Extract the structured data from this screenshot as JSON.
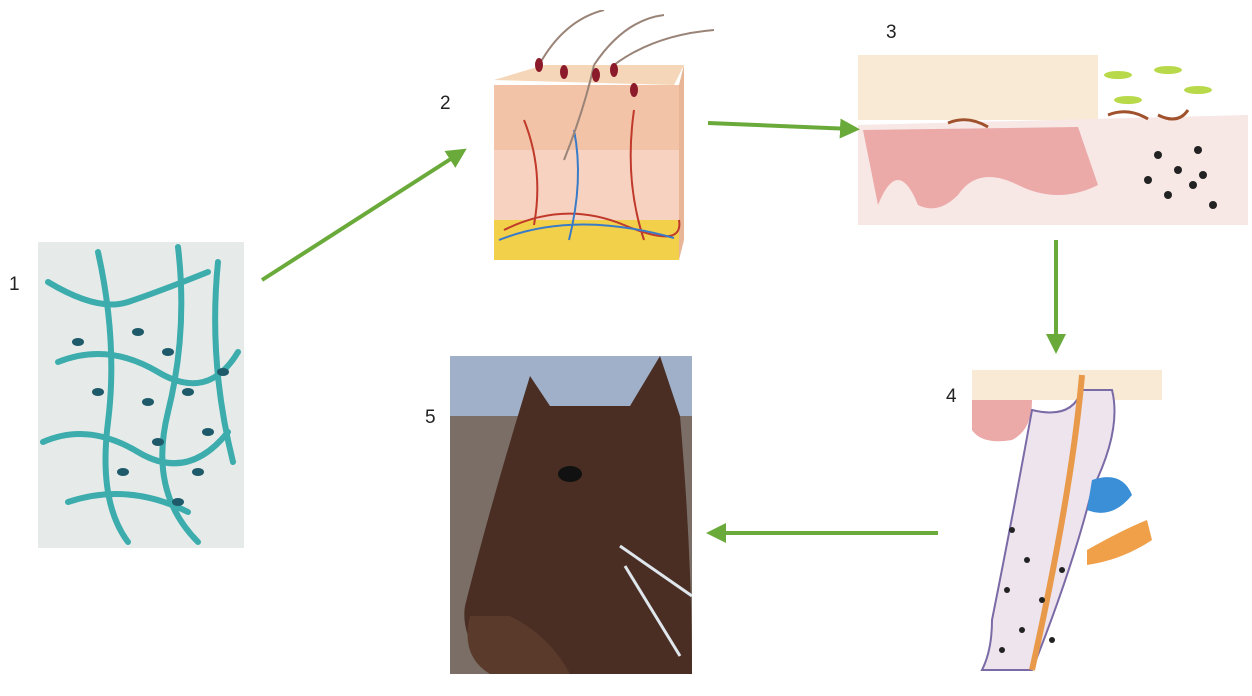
{
  "steps": [
    {
      "number": "1"
    },
    {
      "number": "2"
    },
    {
      "number": "3"
    },
    {
      "number": "4"
    },
    {
      "number": "5"
    }
  ],
  "colors": {
    "arrow": "#6aaa3a",
    "fungus": "#2aa6a6",
    "skin": "#f2c3a6",
    "dermis": "#e9a3a3",
    "fat": "#f3d04a"
  },
  "icons": [
    "fungal-hyphae-micrograph",
    "skin-cross-section",
    "epidermis-invasion",
    "hair-follicle-infection",
    "infected-horse-photo"
  ]
}
